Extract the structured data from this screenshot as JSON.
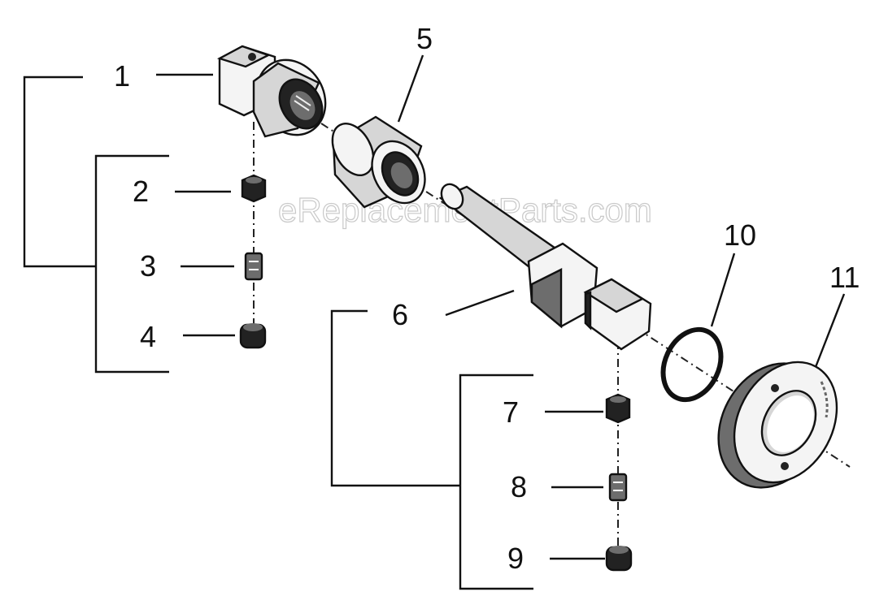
{
  "diagram": {
    "watermark": "eReplacementParts.com",
    "callouts": [
      {
        "id": "1",
        "label": "1"
      },
      {
        "id": "2",
        "label": "2"
      },
      {
        "id": "3",
        "label": "3"
      },
      {
        "id": "4",
        "label": "4"
      },
      {
        "id": "5",
        "label": "5"
      },
      {
        "id": "6",
        "label": "6"
      },
      {
        "id": "7",
        "label": "7"
      },
      {
        "id": "8",
        "label": "8"
      },
      {
        "id": "9",
        "label": "9"
      },
      {
        "id": "10",
        "label": "10"
      },
      {
        "id": "11",
        "label": "11"
      }
    ]
  },
  "colors": {
    "ink": "#111111",
    "background": "#ffffff",
    "watermark_outline": "#c9c9c9"
  }
}
